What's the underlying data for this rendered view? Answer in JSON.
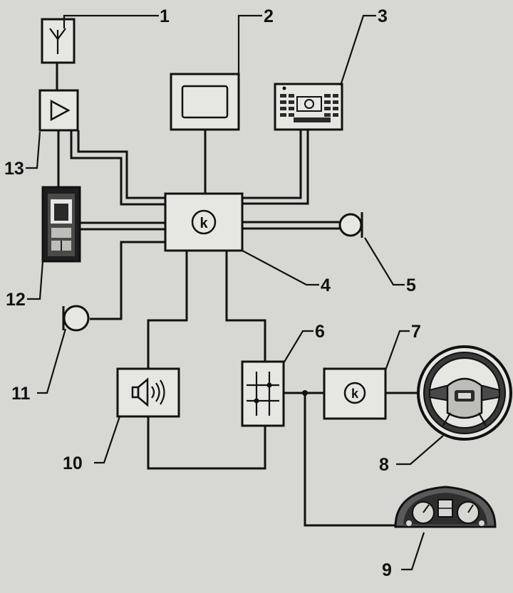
{
  "diagram": {
    "labels": {
      "antenna": "1",
      "display": "2",
      "control_panel": "3",
      "control_unit": "4",
      "microphone_right": "5",
      "distributor": "6",
      "steering_control_unit": "7",
      "steering_wheel": "8",
      "instrument_cluster": "9",
      "speaker": "10",
      "microphone_left": "11",
      "phone": "12",
      "amplifier": "13"
    },
    "control_unit_symbol": "k",
    "steering_unit_symbol": "k"
  },
  "colors": {
    "background": "#d7d7d4",
    "ink": "#111111",
    "box_fill": "#e6e6e3"
  },
  "icons": [
    "antenna-icon",
    "amplifier-triangle-icon",
    "speaker-icon",
    "microphone-icon",
    "steering-wheel-icon",
    "instrument-cluster-icon",
    "mobile-phone-icon"
  ]
}
